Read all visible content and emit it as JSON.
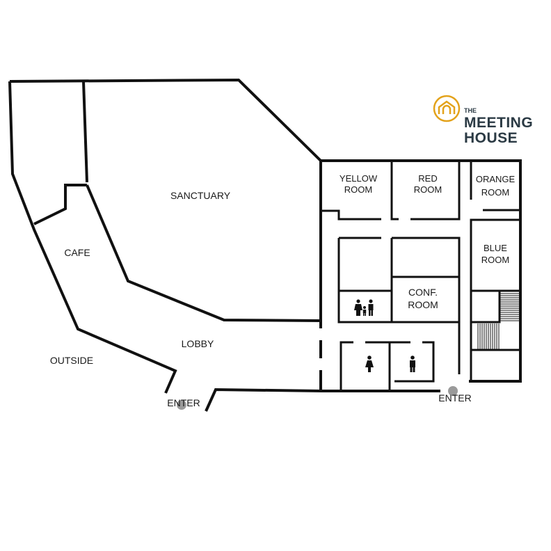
{
  "logo": {
    "line1": "THE",
    "line2": "MEETING",
    "line3": "HOUSE",
    "accent_color": "#e3a21a",
    "text_color": "#2b3a44",
    "icon": "house-arch-icon"
  },
  "rooms": {
    "sanctuary": "SANCTUARY",
    "cafe": "CAFE",
    "lobby": "LOBBY",
    "outside": "OUTSIDE",
    "yellow_room": [
      "YELLOW",
      "ROOM"
    ],
    "red_room": [
      "RED",
      "ROOM"
    ],
    "orange_room": [
      "ORANGE",
      "ROOM"
    ],
    "blue_room": [
      "BLUE",
      "ROOM"
    ],
    "conf_room": [
      "CONF.",
      "ROOM"
    ]
  },
  "entrances": {
    "west": "ENTER",
    "east": "ENTER",
    "dot_color": "#9a9a9a"
  },
  "restrooms": {
    "family": "family-restroom-icon",
    "women": "women-restroom-icon",
    "men": "men-restroom-icon"
  },
  "stairs": "stairs-icon"
}
